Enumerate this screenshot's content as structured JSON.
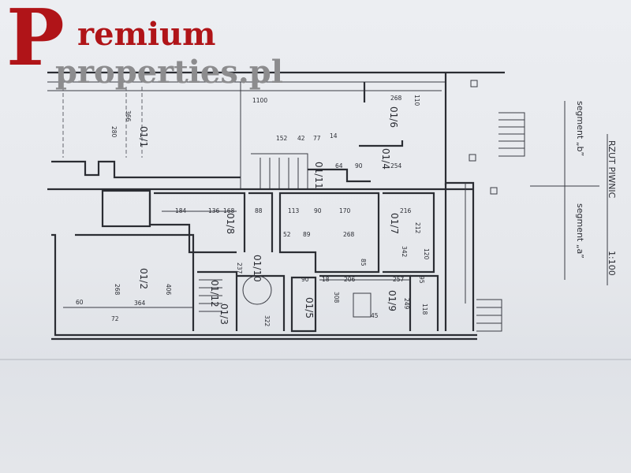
{
  "logo": {
    "initial": "P",
    "word": "remium",
    "domain": "properties.pl"
  },
  "plan": {
    "title_line1": "RZUT PIWNIC",
    "scale": "1:100",
    "segment_b": "segment „b”",
    "segment_a": "segment „a”",
    "rooms": {
      "r011": "01/1",
      "r012": "01/2",
      "r013": "01/3",
      "r014": "01/4",
      "r015": "01/5",
      "r016": "01/6",
      "r017": "01/7",
      "r018": "01/8",
      "r019": "01/9",
      "r0110": "01/10",
      "r0111": "01/11",
      "r0112": "01/12"
    },
    "dims": {
      "d1100": "1100",
      "d268a": "268",
      "d110": "110",
      "d152": "152",
      "d42": "42",
      "d77": "77",
      "d14": "14",
      "d64": "64",
      "d90a": "90",
      "d254": "254",
      "d184": "184",
      "d136": "136",
      "d168": "168",
      "d88": "88",
      "d113": "113",
      "d90b": "90",
      "d170": "170",
      "d216": "216",
      "d52": "52",
      "d89": "89",
      "d268b": "268",
      "d342": "342",
      "d268c": "268",
      "d364": "364",
      "d406": "406",
      "d60": "60",
      "d95": "95",
      "d90c": "90",
      "d18": "18",
      "d206": "206",
      "d257": "257",
      "d308": "308",
      "d249": "249",
      "d85": "85",
      "d45": "45",
      "d120": "120",
      "d237": "237",
      "d322": "322",
      "d118": "118",
      "d366": "366",
      "d280": "280",
      "d72": "72",
      "d212": "212"
    }
  }
}
